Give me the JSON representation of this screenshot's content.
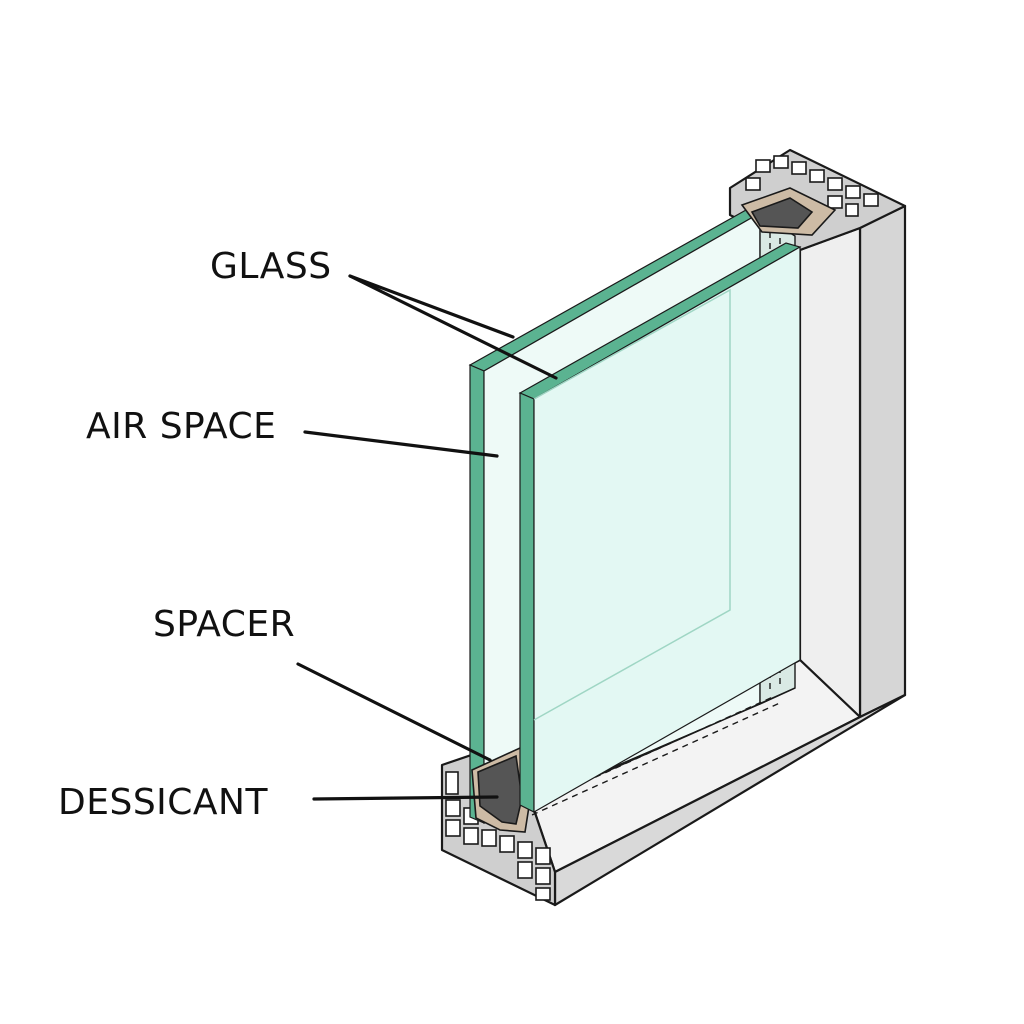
{
  "labels": {
    "glass": "GLASS",
    "air_space": "AIR SPACE",
    "spacer": "SPACER",
    "dessicant": "DESSICANT"
  },
  "colors": {
    "glass_edge": "#5bb391",
    "glass_fill": "#e6f8f4",
    "frame_face": "#f2f2f2",
    "frame_side": "#d6d6d6",
    "frame_dark": "#bdbdbd",
    "outline": "#1a1a1a",
    "dessicant": "#555555",
    "sealant": "#cdbba5"
  },
  "icons": {
    "window": "double-glazed-window-cutaway"
  }
}
